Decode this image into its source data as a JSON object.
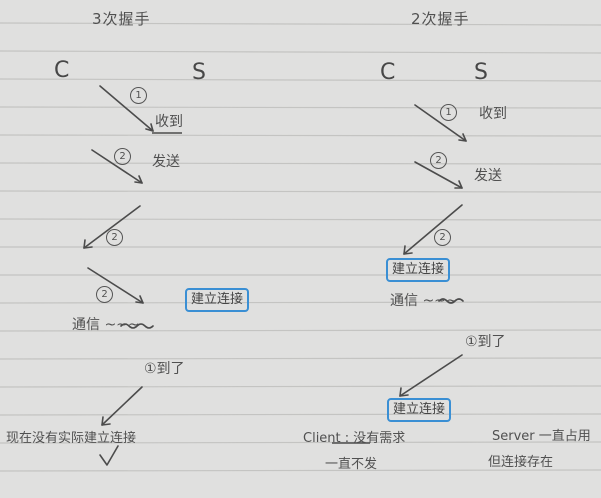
{
  "left": {
    "title": "3次握手",
    "client_label": "C",
    "server_label": "S",
    "step1_num": "1",
    "step1_text": "收到",
    "step2_num": "2",
    "step2_text": "发送",
    "step3_num": "2",
    "step4_num": "2",
    "established": "建立连接",
    "communication": "通信 ~~~",
    "late_arrival": "①到了",
    "bottom_note": "现在没有实际建立连接"
  },
  "right": {
    "title": "2次握手",
    "client_label": "C",
    "server_label": "S",
    "step1_num": "1",
    "step1_text": "收到",
    "step2_num": "2",
    "step2_text": "发送",
    "step3_num": "2",
    "established": "建立连接",
    "communication": "通信 ~~~",
    "late_arrival": "①到了",
    "late_established": "建立连接",
    "client_note_1": "Client : 没有需求",
    "client_note_2": "一直不发",
    "server_note_1": "Server 一直占用",
    "server_note_2": "但连接存在"
  }
}
